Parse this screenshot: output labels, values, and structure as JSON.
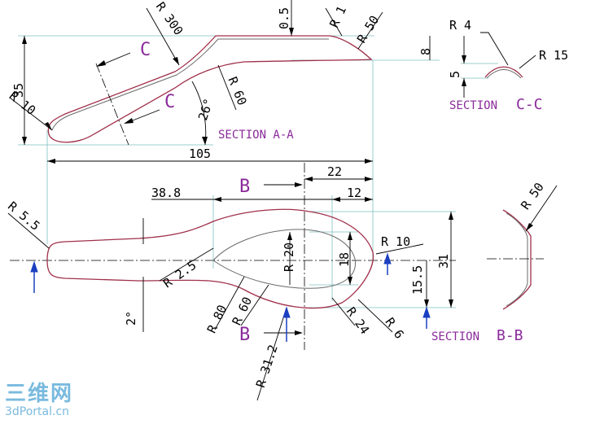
{
  "section_labels": {
    "a": "SECTION A-A",
    "b_prefix": "SECTION",
    "b_letter": "B-B",
    "c_prefix": "SECTION",
    "c_letter": "C-C"
  },
  "markers": {
    "c": "C",
    "b": "B"
  },
  "section_a_dims": {
    "r300": "R 300",
    "t05": "0.5",
    "r1": "R 1",
    "r50": "R 50",
    "h8": "8",
    "h35": "35",
    "r10": "R 10",
    "ang26": "26°",
    "r60": "R 60",
    "w105": "105"
  },
  "section_c_dims": {
    "r4": "R 4",
    "r15": "R 15",
    "h5": "5"
  },
  "plan_dims": {
    "w22": "22",
    "w12": "12",
    "w388": "38.8",
    "r55": "R 5.5",
    "r25": "R 2.5",
    "r20": "R 20",
    "h18": "18",
    "r10": "R 10",
    "h155": "15.5",
    "h31": "31",
    "r80": "R 80",
    "r60": "R 60",
    "r24": "R 24",
    "r6": "R 6",
    "r312": "R 31.2",
    "ang2": "2°"
  },
  "section_b_dims": {
    "r50": "R 50"
  },
  "logo": {
    "cn": "三维网",
    "en": "3dPortal.cn"
  }
}
